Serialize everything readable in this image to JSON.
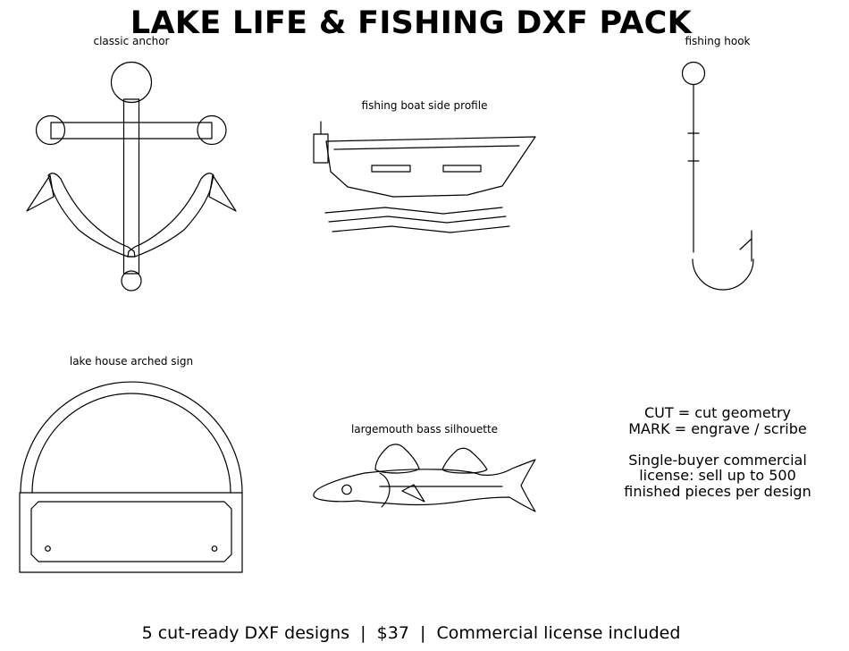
{
  "title": "LAKE LIFE & FISHING DXF PACK",
  "designs": {
    "anchor": {
      "caption": "classic anchor"
    },
    "boat": {
      "caption": "fishing boat side profile"
    },
    "hook": {
      "caption": "fishing hook"
    },
    "sign": {
      "caption": "lake house arched sign"
    },
    "bass": {
      "caption": "largemouth bass silhouette"
    }
  },
  "legend": {
    "cut": "CUT = cut geometry",
    "mark": "MARK = engrave / scribe",
    "license_line1": "Single-buyer commercial",
    "license_line2": "license: sell up to 500",
    "license_line3": "finished pieces per design"
  },
  "footer": "5 cut-ready DXF designs  |  $37  |  Commercial license included",
  "colors": {
    "stroke": "#000000",
    "background": "#ffffff"
  }
}
